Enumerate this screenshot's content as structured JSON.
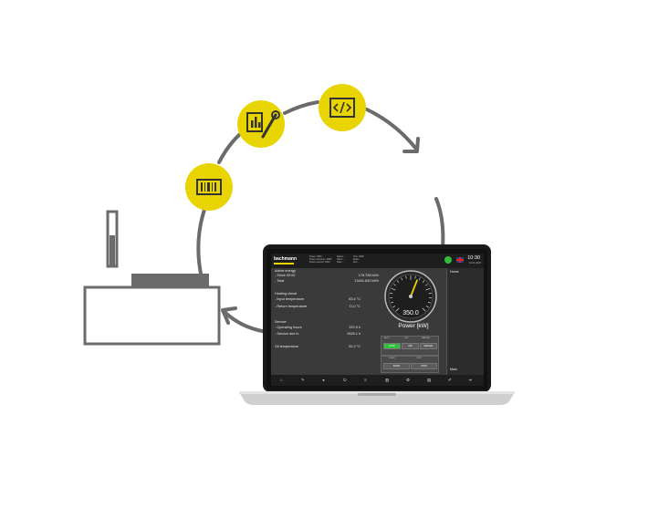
{
  "cycle_icons": [
    {
      "name": "barcode-icon"
    },
    {
      "name": "chart-wrench-icon"
    },
    {
      "name": "code-icon"
    }
  ],
  "colors": {
    "accent": "#E8D400",
    "line": "#6B6B6B",
    "screen_bg": "#3A3A3A",
    "ok": "#2FBF3A"
  },
  "app": {
    "brand": "bachmann",
    "header_info": [
      [
        "Power: 0000",
        "Status: -",
        "Sum: 0000"
      ],
      [
        "Power reference: 0000",
        "Name: -",
        "Mode: -"
      ],
      [
        "Power setpoint: 0000",
        "State: -",
        "Run: -"
      ]
    ],
    "clock_time": "10:30",
    "clock_date": "01.01.2020",
    "sidebar_items": [
      "Home",
      "Main"
    ],
    "sections": [
      {
        "title": "Active energy",
        "rows": [
          {
            "label": "- Since 00:00",
            "value": "178.728 kWh"
          },
          {
            "label": "- Total",
            "value": "13441.632 kWh"
          }
        ]
      },
      {
        "title": "Heating circuit",
        "rows": [
          {
            "label": "- Input temperature",
            "value": "83.4 °C"
          },
          {
            "label": "- Return temperature",
            "value": "71.0 °C"
          }
        ]
      },
      {
        "title": "Service",
        "rows": [
          {
            "label": "- Operating hours",
            "value": "370.9 h"
          },
          {
            "label": "- Service due in",
            "value": "2629.1 h"
          }
        ]
      },
      {
        "title": "Oil temperature",
        "rows": [
          {
            "label": "",
            "value": "92.3 °C"
          }
        ]
      }
    ],
    "gauge": {
      "value": "350.0",
      "caption": "Power [kW]",
      "level": 0.58
    },
    "mode_group": {
      "header": [
        "AUTO",
        "OFF",
        "MANUAL"
      ],
      "buttons": [
        "AUTO",
        "OFF",
        "MANUAL"
      ],
      "active": 0
    },
    "startstop_group": {
      "header": [
        "START",
        "STOP"
      ],
      "buttons": [
        "START",
        "STOP"
      ],
      "active": -1
    },
    "bottom_icons": [
      "home-icon",
      "tool-icon",
      "left-icon",
      "power-icon",
      "list-icon",
      "chart-icon",
      "settings-icon",
      "doc-icon",
      "edit-icon",
      "exit-icon"
    ]
  }
}
